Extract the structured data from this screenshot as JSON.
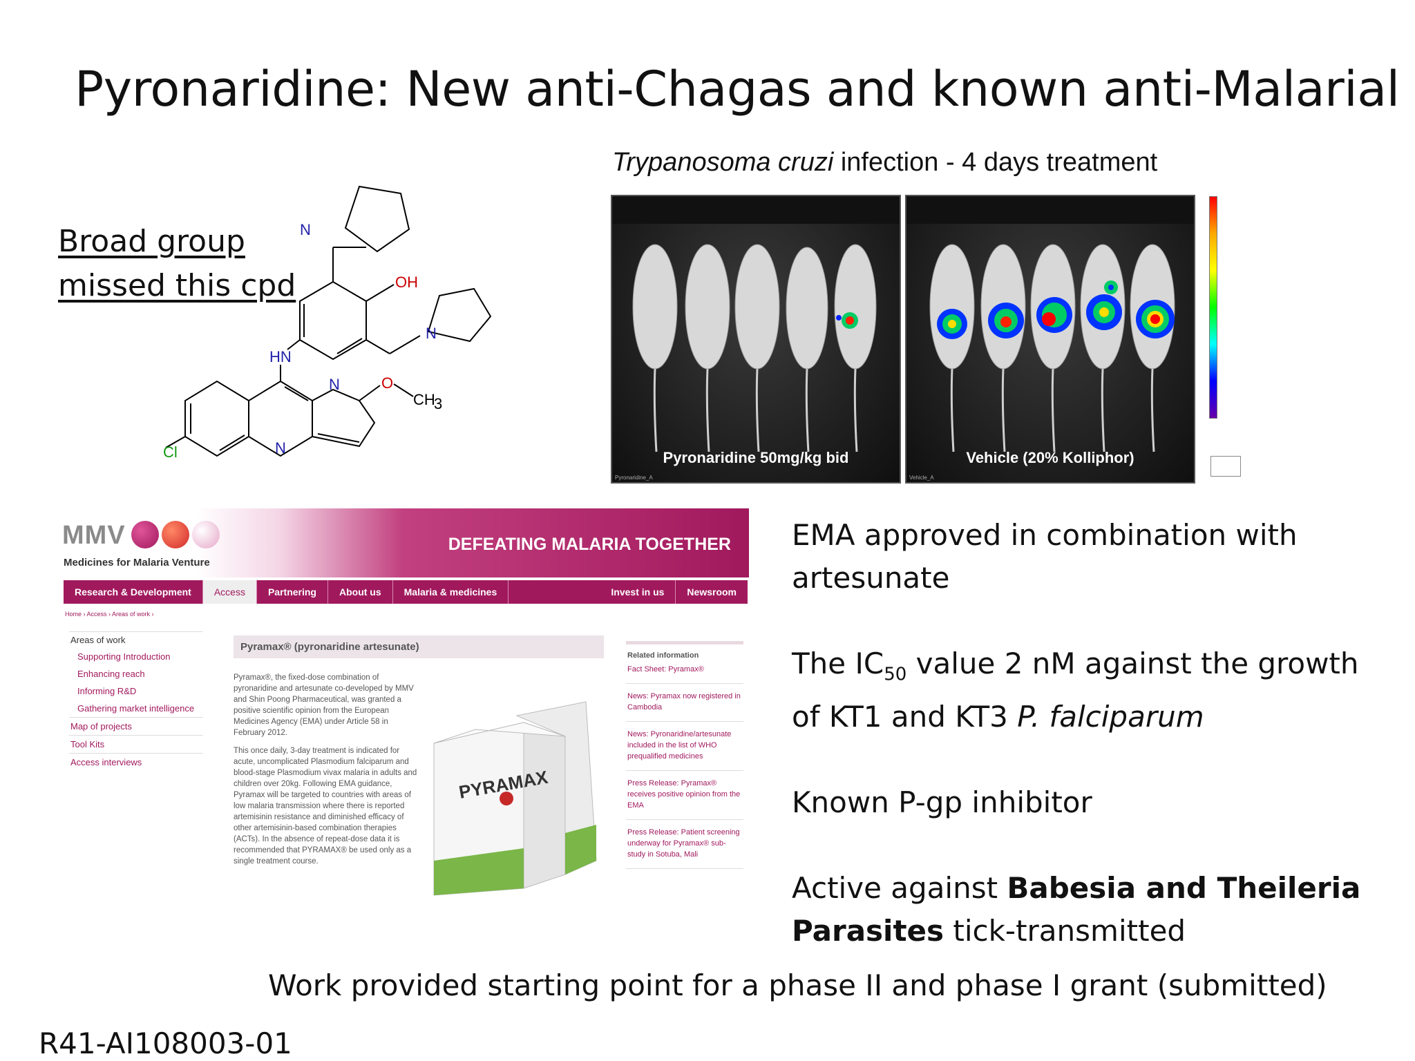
{
  "slide": {
    "title": "Pyronaridine: New anti-Chagas and known anti-Malarial",
    "broad_note_line1": "Broad group ",
    "broad_note_line2": "missed this cpd",
    "work_note": "Work provided starting point for a phase II and phase I grant (submitted)",
    "grant_id": "R41-AI108003-01"
  },
  "molecule": {
    "labels": {
      "n_top": "N",
      "oh": "OH",
      "n_mid": "N",
      "hn": "HN",
      "n_ring": "N",
      "o": "O",
      "ch": "CH",
      "ch_sub": "3",
      "cl": "Cl",
      "n_bottom": "N"
    }
  },
  "mice": {
    "caption_italic": "Trypanosoma cruzi",
    "caption_rest": " infection - 4 days treatment",
    "left_label": "Pyronaridine 50mg/kg bid",
    "right_label": "Vehicle (20% Kolliphor)",
    "left_corner": "Pyronaridine_A",
    "right_corner": "Vehicle_A"
  },
  "screenshot": {
    "logo": "MMV",
    "subtitle": "Medicines for Malaria Venture",
    "tagline": "DEFEATING MALARIA TOGETHER",
    "nav": [
      "Research & Development",
      "Access",
      "Partnering",
      "About us",
      "Malaria & medicines"
    ],
    "nav_right": [
      "Invest in us",
      "Newsroom"
    ],
    "breadcrumb": "Home › Access › Areas of work ›",
    "side_head": "Areas of work",
    "side_sub": [
      "Supporting Introduction",
      "Enhancing reach",
      "Informing R&D",
      "Gathering market intelligence"
    ],
    "side_main": [
      "Map of projects",
      "Tool Kits",
      "Access interviews"
    ],
    "main_title": "Pyramax® (pyronaridine artesunate)",
    "main_para1": "Pyramax®, the fixed-dose combination of pyronaridine and artesunate co-developed by MMV and Shin Poong Pharmaceutical, was granted a positive scientific opinion from the European Medicines Agency (EMA) under Article 58 in February 2012.",
    "main_para2": "This once daily, 3-day treatment is indicated for acute, uncomplicated Plasmodium falciparum and blood-stage Plasmodium vivax malaria in adults and children over 20kg. Following EMA guidance, Pyramax will be targeted to countries with areas of low malaria transmission where there is reported artemisinin resistance and diminished efficacy of other artemisinin-based combination therapies (ACTs). In the absence of repeat-dose data it is recommended that PYRAMAX® be used only as a single treatment course.",
    "box_brand": "PYRAMAX",
    "related_head": "Related information",
    "related": [
      "Fact Sheet: Pyramax®",
      "News: Pyramax now registered in Cambodia",
      "News: Pyronaridine/artesunate included in the list of WHO prequalified medicines",
      "Press Release: Pyramax® receives positive opinion from the EMA",
      "Press Release: Patient screening underway for Pyramax® sub-study in Sotuba, Mali"
    ]
  },
  "bullets": {
    "b1": "EMA approved in combination with artesunate",
    "b2_pre": "The IC",
    "b2_sub": "50",
    "b2_mid": " value 2 nM against the growth of KT1 and KT3 ",
    "b2_italic": "P. falciparum",
    "b3": "Known P-gp inhibitor",
    "b4_pre": "Active against ",
    "b4_bold": "Babesia and Theileria Parasites",
    "b4_post": " tick-transmitted"
  },
  "colors": {
    "mmv_magenta": "#a1195d",
    "heat_red": "#ff0000",
    "heat_blue": "#0000ff"
  }
}
